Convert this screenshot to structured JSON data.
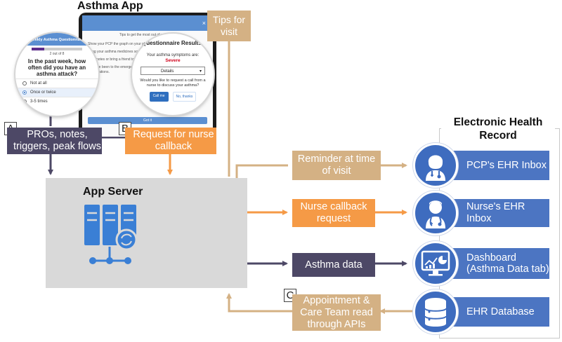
{
  "app": {
    "title": "Asthma App"
  },
  "phone": {
    "close_glyph": "×",
    "intro": "Tips to get the most out of your visit.",
    "tip1": "Show your PCP the graph on your phone and discuss your asthma.",
    "tip2": "Bring your asthma medicines so your PCP can review them with you.",
    "tip3": "Take notes or bring a friend to your visit.",
    "tip4": "If you've been to the emergency room or urgent care, bring a list of the dates and locations.",
    "got_it": "Got it"
  },
  "questionnaire": {
    "header": "Weekly Asthma Questionnaire",
    "progress_text": "2 out of 8",
    "progress_fraction": 0.25,
    "question": "In the past week, how often did you have an asthma attack?",
    "options": [
      "Not at all",
      "Once or twice",
      "3-5 times"
    ],
    "selected_index": 1
  },
  "results": {
    "title": "Questionnaire Results",
    "symptoms_label": "Your asthma symptoms are:",
    "severity": "Severe",
    "details_label": "Details",
    "callback_question": "Would you like to request a call from a nurse to discuss your asthma?",
    "call_button": "Call me",
    "decline_button": "No, thanks"
  },
  "labels": {
    "tips_for_visit": "Tips for visit",
    "pros": "PROs, notes, triggers, peak flows",
    "request_callback": "Request for nurse callback",
    "marker_a": "A",
    "marker_b": "B",
    "marker_c": "C",
    "server_title": "App Server",
    "reminder": "Reminder at time of visit",
    "nurse_request": "Nurse callback request",
    "asthma_data": "Asthma data",
    "appointment": "Appointment & Care Team read through APIs"
  },
  "ehr": {
    "title": "Electronic Health Record",
    "pcp_inbox": "PCP's EHR Inbox",
    "nurse_inbox": "Nurse's EHR Inbox",
    "dashboard": "Dashboard (Asthma Data tab)",
    "database": "EHR Database"
  },
  "colors": {
    "dark": "#4d4866",
    "orange": "#f59a46",
    "tan": "#d4b184",
    "blue": "#4c75c2",
    "server_bg": "#d9d9d9"
  }
}
